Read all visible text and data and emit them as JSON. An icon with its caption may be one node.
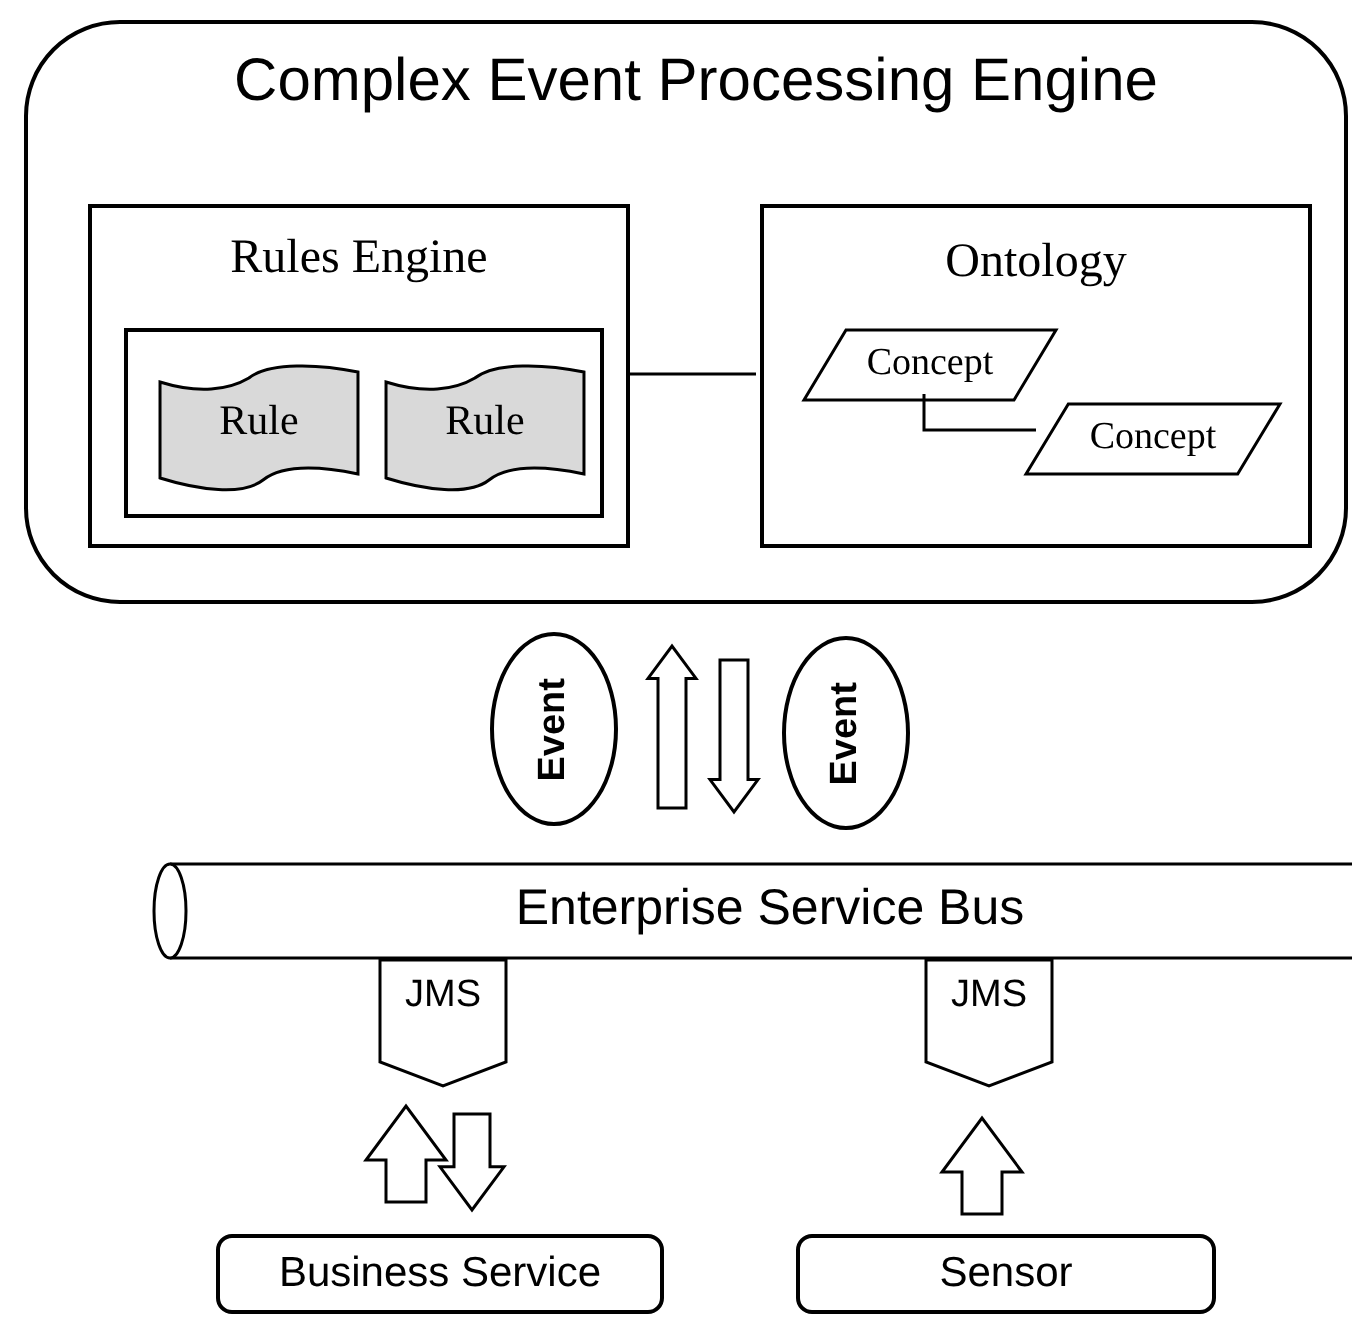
{
  "diagram": {
    "nodes": [
      {
        "text": [
          "Complex Event Processing Engine"
        ]
      },
      {
        "text": [
          "Rules Engine"
        ],
        "in": 0
      },
      {
        "text": [],
        "shape": "box",
        "in": 1
      },
      {
        "text": [
          "Rule"
        ],
        "in": 2
      },
      {
        "text": [
          "Rule"
        ],
        "in": 2
      },
      {
        "text": [
          "Ontology"
        ],
        "in": 0
      },
      {
        "text": [
          "Concept"
        ],
        "in": 5
      },
      {
        "text": [
          "Concept"
        ],
        "in": 5
      },
      {
        "text": [
          "Event"
        ]
      },
      {
        "text": [
          "Event"
        ]
      },
      {
        "text": [
          "Enterprise Service Bus"
        ]
      },
      {
        "text": [
          "JMS"
        ]
      },
      {
        "text": [
          "JMS"
        ]
      },
      {
        "text": [
          "Business Service"
        ]
      },
      {
        "text": [
          "Sensor"
        ]
      }
    ],
    "edges": [
      {
        "from": 1,
        "to": 5,
        "arrow": "none"
      },
      {
        "from": 6,
        "to": 7,
        "arrow": "none"
      },
      {
        "from": 10,
        "to": 0,
        "arrow": "to",
        "style": "thick"
      },
      {
        "from": 0,
        "to": 10,
        "arrow": "to",
        "style": "thick"
      },
      {
        "from": 13,
        "to": 11,
        "arrow": "to",
        "style": "thick"
      },
      {
        "from": 11,
        "to": 13,
        "arrow": "to",
        "style": "thick"
      },
      {
        "from": 14,
        "to": 12,
        "arrow": "to",
        "style": "thick"
      }
    ]
  }
}
